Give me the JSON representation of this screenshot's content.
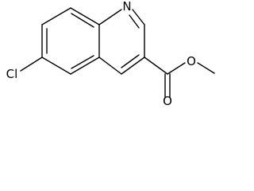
{
  "molecule": {
    "atoms": {
      "nitrogen": "N",
      "chlorine": "Cl",
      "carbonyl_oxygen": "O",
      "ester_oxygen": "O"
    }
  },
  "colors": {
    "bond": "#000000",
    "background": "#ffffff"
  }
}
